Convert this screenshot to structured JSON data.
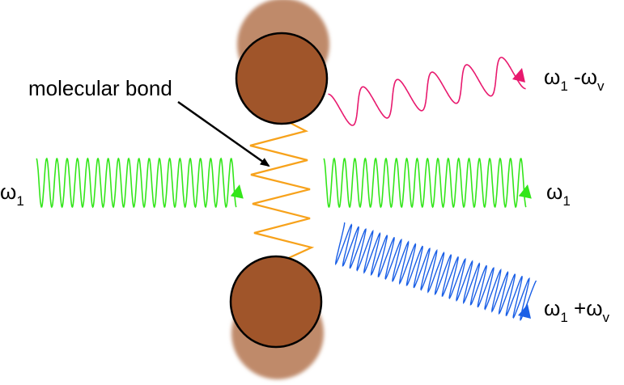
{
  "labels": {
    "bond": "molecular bond",
    "incident": {
      "main": "ω",
      "sub": "1"
    },
    "rayleigh": {
      "main": "ω",
      "sub": "1"
    },
    "stokes": {
      "main": "ω",
      "sub": "1",
      "rest": " -ω",
      "sub2": "v"
    },
    "antistokes": {
      "main": "ω",
      "sub": "1",
      "rest": " +ω",
      "sub2": "v"
    }
  },
  "colors": {
    "atom": "#A0552A",
    "atom_outline": "#000000",
    "atom_blur": "#BF8A6A",
    "bond": "#F7A21B",
    "incident": "#33E61A",
    "rayleigh": "#33E61A",
    "stokes": "#E8196E",
    "antistokes": "#1A5FE6",
    "arrow": "#000000"
  }
}
